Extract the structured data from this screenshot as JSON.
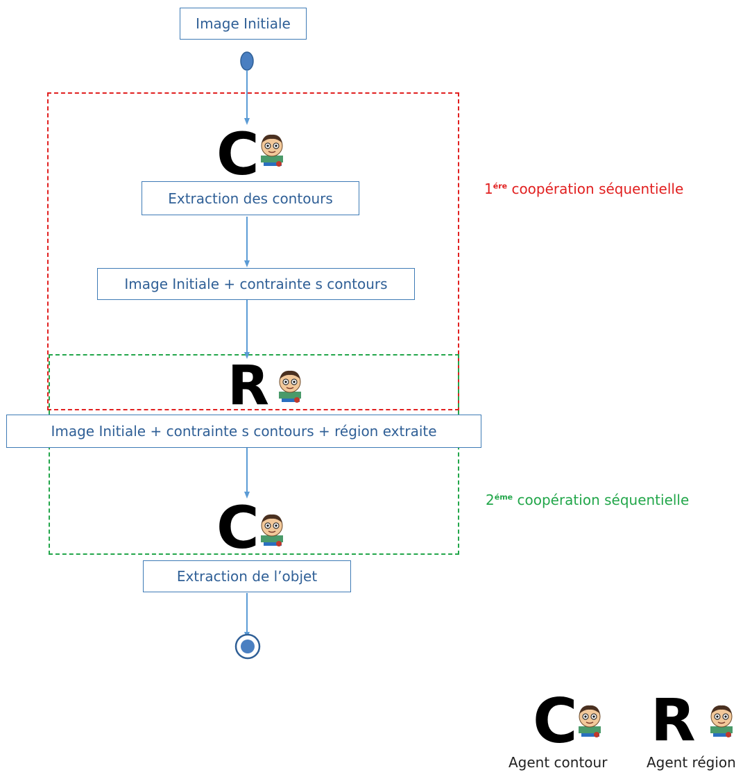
{
  "colors": {
    "box_border": "#3d7ab5",
    "box_text": "#2f5f96",
    "first_cooperation": "#e11f1f",
    "second_cooperation": "#22a64a",
    "connector": "#5b9bd5"
  },
  "steps": {
    "start": "Image Initiale",
    "contour_extraction": "Extraction des contours",
    "image_with_contour_constraints": "Image Initiale + contrainte s contours",
    "image_with_constraints_and_region": "Image Initiale + contrainte s contours +  région extraite",
    "object_extraction": "Extraction de l’objet"
  },
  "agents": {
    "contour_letter": "C",
    "region_letter": "R",
    "contour_icon": "agent-person-icon",
    "region_icon": "agent-person-icon"
  },
  "cooperations": {
    "first": {
      "number": "1",
      "suffix": "ére",
      "text": " coopération séquentielle"
    },
    "second": {
      "number": "2",
      "suffix": "éme",
      "text": " coopération séquentielle"
    }
  },
  "legend": {
    "contour_agent": "Agent contour",
    "region_agent": "Agent région"
  }
}
